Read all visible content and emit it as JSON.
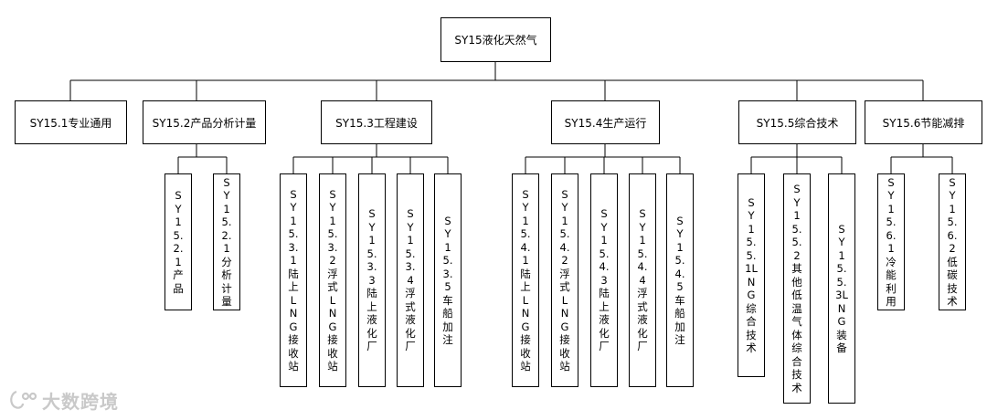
{
  "root": {
    "label": "SY15液化天然气"
  },
  "level1": [
    {
      "label": "SY15.1专业通用",
      "children": []
    },
    {
      "label": "SY15.2产品分析计量",
      "children": [
        "SY15.2.1产品",
        "SY15.2.1分析计量"
      ]
    },
    {
      "label": "SY15.3工程建设",
      "children": [
        "SY15.3.1陆上LNG接收站",
        "SY15.3.2浮式LNG接收站",
        "SY15.3.3陆上液化厂",
        "SY15.3.4浮式液化厂",
        "SY15.3.5车船加注"
      ]
    },
    {
      "label": "SY15.4生产运行",
      "children": [
        "SY15.4.1陆上LNG接收站",
        "SY15.4.2浮式LNG接收站",
        "SY15.4.3陆上液化厂",
        "SY15.4.4浮式液化厂",
        "SY15.4.5车船加注"
      ]
    },
    {
      "label": "SY15.5综合技术",
      "children": [
        "SY15.5.1LNG综合技术",
        "SY15.5.2其他低温气体综合技术",
        "SY15.5.3LNG装备"
      ]
    },
    {
      "label": "SY15.6节能减排",
      "children": [
        "SY15.6.1冷能利用",
        "SY15.6.2低碳技术"
      ]
    }
  ],
  "watermark": {
    "text": "大数跨境",
    "icon": "brand-logo-icon"
  }
}
